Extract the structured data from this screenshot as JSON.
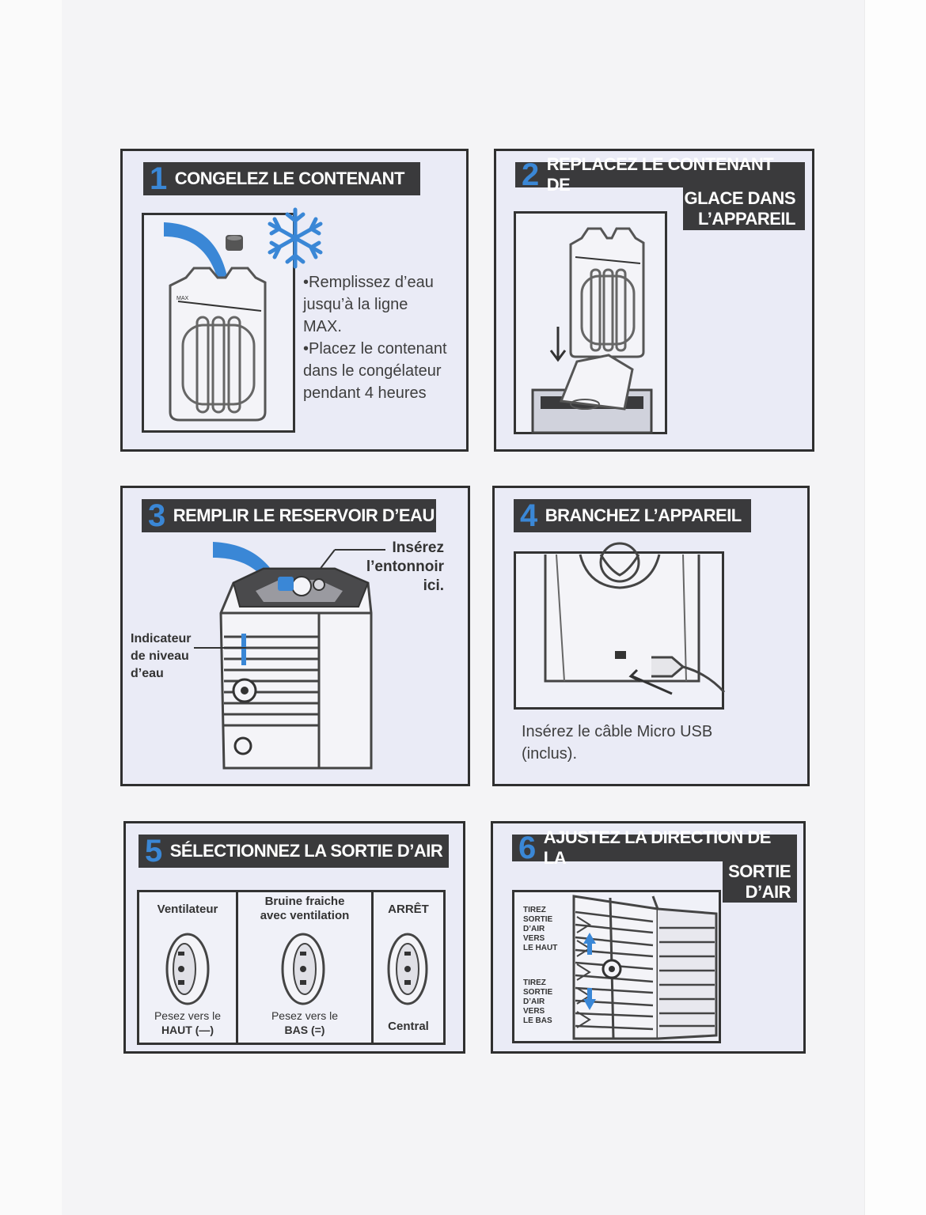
{
  "steps": [
    {
      "num": "1",
      "title": "CONGELEZ LE CONTENANT",
      "bullets": [
        "•Remplissez d’eau",
        "jusqu’à la ligne",
        "MAX.",
        "•Placez le contenant",
        "dans le congélateur",
        "pendant 4 heures"
      ]
    },
    {
      "num": "2",
      "title_lines": [
        "REPLACEZ LE CONTENANT DE",
        "GLACE DANS",
        "L’APPAREIL"
      ]
    },
    {
      "num": "3",
      "title": "REMPLIR LE RESERVOIR D’EAU",
      "funnel_lines": [
        "Insérez",
        "l’entonnoir",
        "ici."
      ],
      "indicator_lines": [
        "Indicateur",
        "de niveau",
        "d’eau"
      ]
    },
    {
      "num": "4",
      "title": "BRANCHEZ L’APPAREIL",
      "caption_lines": [
        "Insérez le câble Micro USB",
        "(inclus)."
      ]
    },
    {
      "num": "5",
      "title": "SÉLECTIONNEZ LA SORTIE D’AIR",
      "modes": [
        {
          "label": "Ventilateur",
          "hint_lines": [
            "Pesez vers le",
            "HAUT (—)"
          ]
        },
        {
          "label_lines": [
            "Bruine fraiche",
            "avec ventilation"
          ],
          "hint_lines": [
            "Pesez vers le",
            "BAS (=)"
          ]
        },
        {
          "label": "ARRÊT",
          "hint_lines": [
            "Central"
          ]
        }
      ]
    },
    {
      "num": "6",
      "title_lines": [
        "AJUSTEZ LA DIRECTION DE LA",
        "SORTIE",
        "D’AIR"
      ],
      "up_lines": [
        "TIREZ",
        "SORTIE",
        "D’AIR",
        "VERS",
        "LE HAUT"
      ],
      "down_lines": [
        "TIREZ",
        "SORTIE",
        "D’AIR",
        "VERS",
        "LE BAS"
      ]
    }
  ],
  "colors": {
    "panel_bg": "#eaebf6",
    "header_bg": "#3a3a3c",
    "accent_blue": "#3a87d6",
    "border": "#2f2f2f"
  }
}
